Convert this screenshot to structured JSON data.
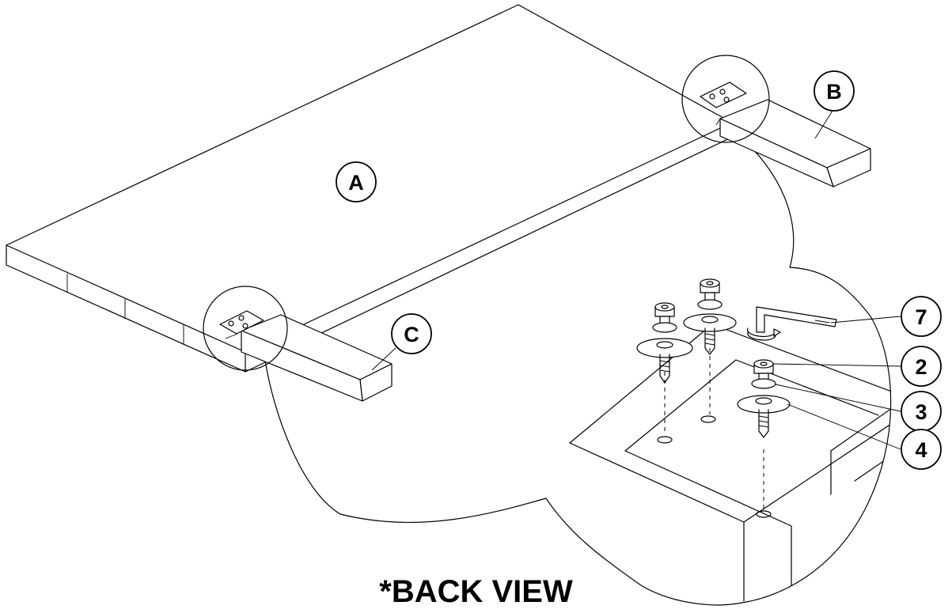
{
  "labels": {
    "table_top": "A",
    "back_rail": "B",
    "front_rail": "C",
    "allen_key": "7",
    "bolt": "2",
    "lock_washer": "3",
    "flat_washer": "4"
  },
  "caption": "*BACK VIEW"
}
